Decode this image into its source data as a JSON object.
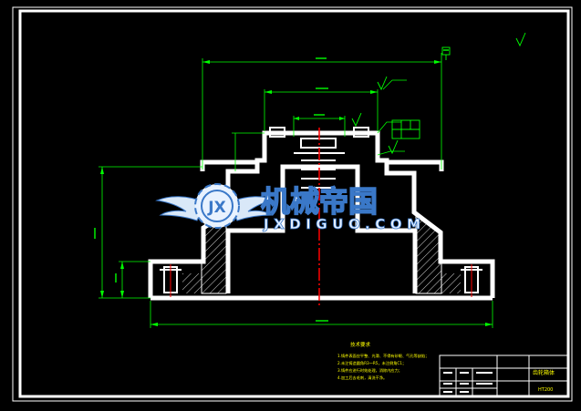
{
  "drawing": {
    "background": "#000000",
    "frame_color": "#ffffff",
    "part_color": "#ffffff",
    "dimension_color": "#00ff00",
    "hatch_color": "#ffffff",
    "centerline_color": "#ff0000",
    "text_color": "#ffff00"
  },
  "watermark": {
    "cn_text": "机械帝国",
    "en_text": "JXDIGUO.COM",
    "logo_text": "JX",
    "color": "#e8f2ff",
    "accent": "#3a78c8"
  },
  "notes": {
    "title": "技术要求",
    "lines": [
      "1.铸件表面应平整、光滑、不得有砂眼、气孔等缺陷；",
      "2.未注铸造圆角R3～R5，未注倒角C1；",
      "3.铸件应进行时效处理，消除内应力；",
      "4.加工后去毛刺，清洗干净。"
    ]
  },
  "title_block": {
    "part_name": "齿轮箱体",
    "drawing_no": "HT200"
  }
}
